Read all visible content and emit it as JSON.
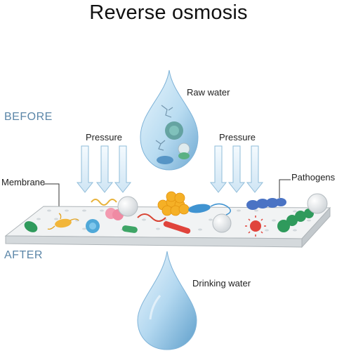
{
  "title": "Reverse osmosis",
  "stages": {
    "before": "BEFORE",
    "after": "AFTER"
  },
  "labels": {
    "raw_water": "Raw water",
    "pressure_left": "Pressure",
    "pressure_right": "Pressure",
    "membrane": "Membrane",
    "pathogens": "Pathogens",
    "drinking_water": "Drinking water"
  },
  "colors": {
    "water_light": "#dff0fa",
    "water_mid": "#9dcbea",
    "water_dark": "#5a9cc8",
    "arrow_fill": "#e8f3fb",
    "arrow_stroke": "#8fbcd9",
    "membrane_top": "#f2f4f5",
    "membrane_side": "#d6dadd",
    "stage_text": "#5b86a8"
  }
}
